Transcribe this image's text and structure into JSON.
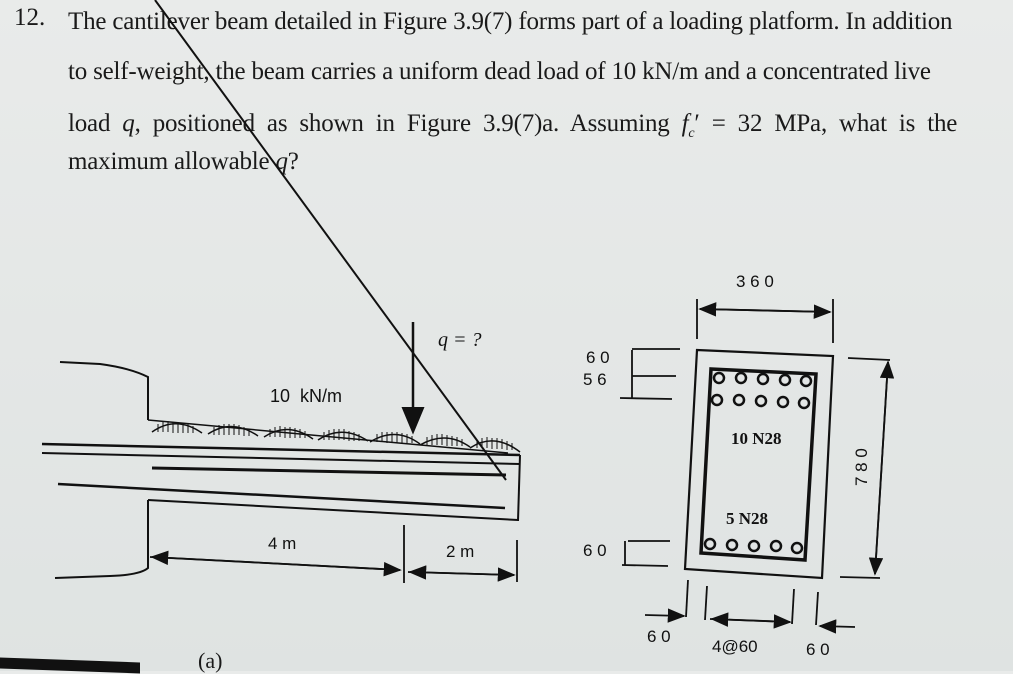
{
  "problem": {
    "number": "12.",
    "lines": [
      "The cantilever beam detailed in Figure 3.9(7) forms part of a loading platform. In addition",
      "to self-weight, the beam carries a uniform dead load of 10 kN/m and a concentrated live",
      [
        "load ",
        "q",
        ", positioned as shown in Figure 3.9(7)a. Assuming "
      ],
      [
        "maximum allowable ",
        "q",
        "?"
      ]
    ],
    "fc_symbol": "f",
    "fc_subscript": "c",
    "fc_prime": "′",
    "fc_value": " = 32 MPa, what is the"
  },
  "figure_a": {
    "caption": "(a)",
    "point_load_label": "q = ?",
    "udl_label": "10  kN/m",
    "span_1": "4 m",
    "span_2": "2 m"
  },
  "figure_section": {
    "width_label": "3 6 0",
    "depth_label": "7 8 0",
    "top_cover": "6 0",
    "layer_spacing": "5 6",
    "bottom_cover": "6 0",
    "side_cover_left": "6 0",
    "bar_spacing": "4@60",
    "side_cover_right": "6 0",
    "top_bars": "10 N28",
    "bottom_bars": "5 N28"
  }
}
